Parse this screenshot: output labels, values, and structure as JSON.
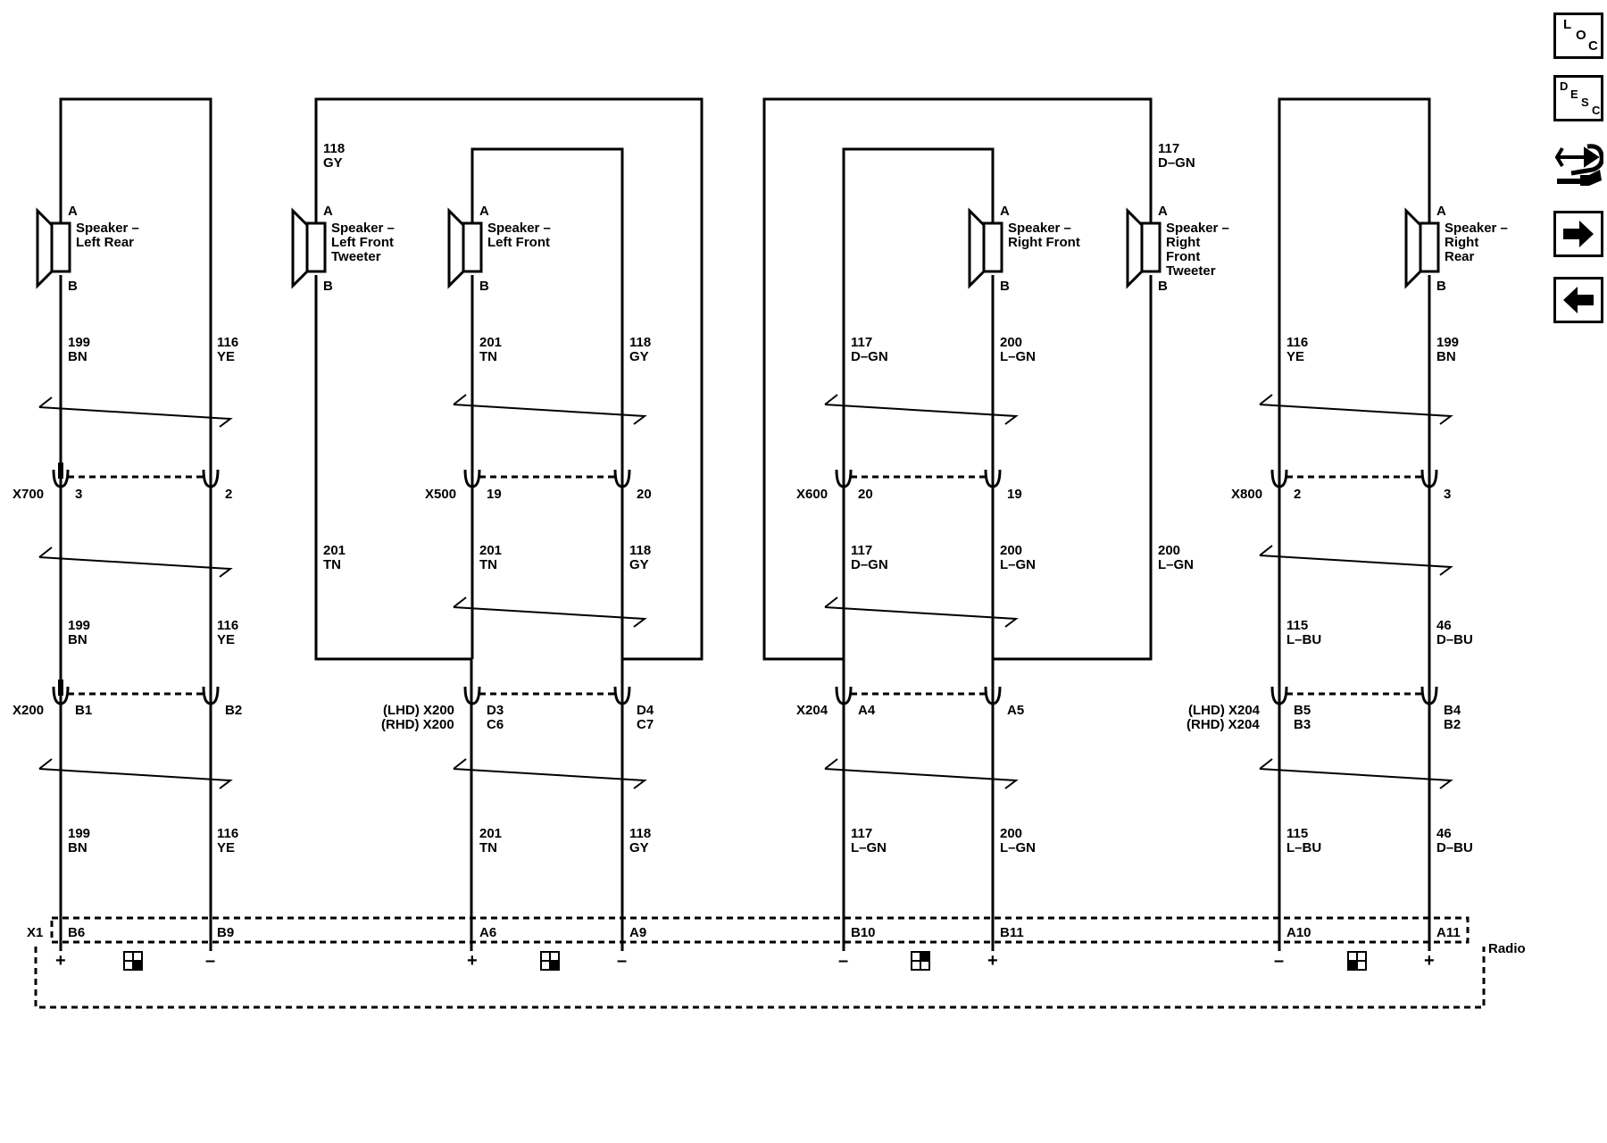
{
  "nav": {
    "loc": [
      "L",
      "O",
      "C"
    ],
    "desc": [
      "D",
      "E",
      "S",
      "C"
    ]
  },
  "speakers": {
    "left_rear": [
      "Speaker –",
      "Left Rear"
    ],
    "left_front_tweeter": [
      "Speaker –",
      "Left Front",
      "Tweeter"
    ],
    "left_front": [
      "Speaker –",
      "Left Front"
    ],
    "right_front": [
      "Speaker –",
      "Right Front"
    ],
    "right_front_tweeter": [
      "Speaker –",
      "Right",
      "Front",
      "Tweeter"
    ],
    "right_rear": [
      "Speaker –",
      "Right",
      "Rear"
    ],
    "pin_a": "A",
    "pin_b": "B"
  },
  "wires": {
    "lr_minus": [
      "116",
      "YE"
    ],
    "lr_plus": [
      "199",
      "BN"
    ],
    "lft_loop": [
      "118",
      "GY"
    ],
    "lft_lower": [
      "201",
      "TN"
    ],
    "lf_plus": [
      "201",
      "TN"
    ],
    "lf_minus": [
      "118",
      "GY"
    ],
    "rf_minus": [
      "117",
      "D–GN"
    ],
    "rf_plus": [
      "200",
      "L–GN"
    ],
    "rft_loop": [
      "117",
      "D–GN"
    ],
    "rft_lower": [
      "200",
      "L–GN"
    ],
    "rr_minus": [
      "116",
      "YE"
    ],
    "rr_plus": [
      "199",
      "BN"
    ],
    "rr_minus_mid": [
      "115",
      "L–BU"
    ],
    "rr_plus_mid": [
      "46",
      "D–BU"
    ],
    "rf_minus_low": [
      "117",
      "L–GN"
    ]
  },
  "connectors": {
    "x700": "X700",
    "x700_p1": "3",
    "x700_p2": "2",
    "x500": "X500",
    "x500_p1": "19",
    "x500_p2": "20",
    "x600": "X600",
    "x600_p1": "20",
    "x600_p2": "19",
    "x800": "X800",
    "x800_p1": "2",
    "x800_p2": "3",
    "x200": "X200",
    "x200_p1": "B1",
    "x200_p2": "B2",
    "x200_lhd": "(LHD) X200",
    "x200_rhd": "(RHD) X200",
    "x200_lhd_p1": "D3",
    "x200_rhd_p1": "C6",
    "x200_lhd_p2": "D4",
    "x200_rhd_p2": "C7",
    "x204": "X204",
    "x204_p1": "A4",
    "x204_p2": "A5",
    "x204_lhd": "(LHD) X204",
    "x204_rhd": "(RHD) X204",
    "x204_lhd_p1": "B5",
    "x204_rhd_p1": "B3",
    "x204_lhd_p2": "B4",
    "x204_rhd_p2": "B2"
  },
  "radio": {
    "label": "Radio",
    "connector": "X1",
    "pins": [
      "B6",
      "B9",
      "A6",
      "A9",
      "B10",
      "B11",
      "A10",
      "A11"
    ],
    "polarity": [
      "+",
      "–",
      "+",
      "–",
      "–",
      "+",
      "–",
      "+"
    ]
  }
}
